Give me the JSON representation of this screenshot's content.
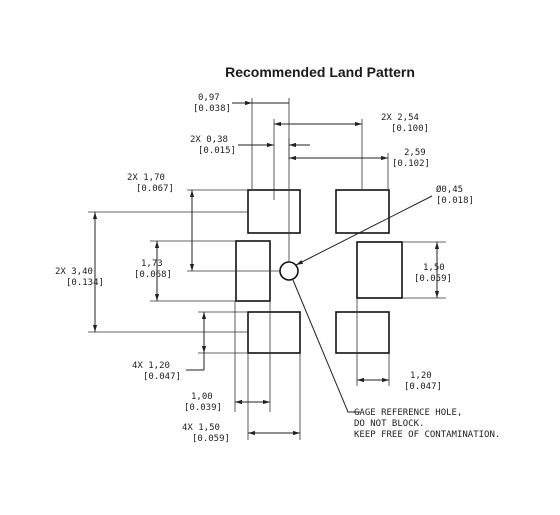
{
  "title": "Recommended Land Pattern",
  "dims": {
    "d097": "0,97",
    "d097in": "[0.038]",
    "d254": "2X 2,54",
    "d254in": "[0.100]",
    "d038": "2X 0,38",
    "d038in": "[0.015]",
    "d259": "2,59",
    "d259in": "[0.102]",
    "d170": "2X 1,70",
    "d170in": "[0.067]",
    "d045": "Ø0,45",
    "d045in": "[0.018]",
    "d173": "1,73",
    "d173in": "[0.068]",
    "d340": "2X 3,40",
    "d340in": "[0.134]",
    "d150r": "1,50",
    "d150rin": "[0.059]",
    "d120l": "4X 1,20",
    "d120lin": "[0.047]",
    "d120r": "1,20",
    "d120rin": "[0.047]",
    "d100": "1,00",
    "d100in": "[0.039]",
    "d150b": "4X 1,50",
    "d150bin": "[0.059]"
  },
  "note": {
    "line1": "GAGE REFERENCE HOLE,",
    "line2": "DO NOT BLOCK.",
    "line3": "KEEP FREE OF CONTAMINATION."
  }
}
